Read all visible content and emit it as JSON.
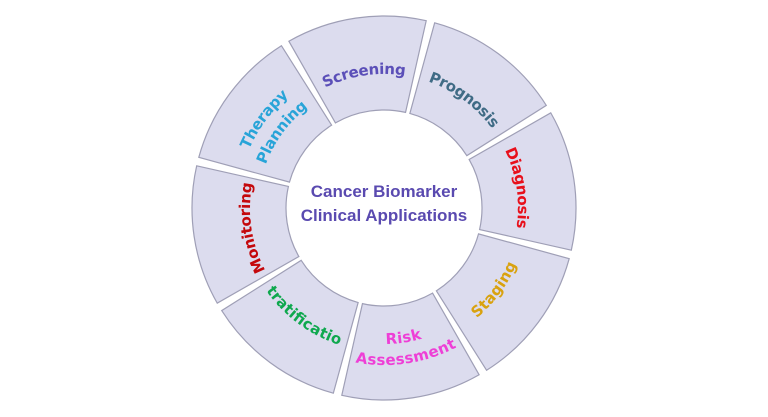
{
  "diagram": {
    "center": {
      "line1": "Cancer Biomarker",
      "line2": "Clinical Applications",
      "color": "#5a4ab0"
    },
    "segments": [
      {
        "lines": [
          "Screening"
        ],
        "color": "#5b4fb8"
      },
      {
        "lines": [
          "Prognosis"
        ],
        "color": "#3f6b85"
      },
      {
        "lines": [
          "Diagnosis"
        ],
        "color": "#e8101b"
      },
      {
        "lines": [
          "Staging"
        ],
        "color": "#d9a20f"
      },
      {
        "lines": [
          "Risk",
          "Assessment"
        ],
        "color": "#ee3fd6"
      },
      {
        "lines": [
          "Stratification"
        ],
        "color": "#0fa84e"
      },
      {
        "lines": [
          "Monitoring"
        ],
        "color": "#c4080c"
      },
      {
        "lines": [
          "Therapy",
          "Planning"
        ],
        "color": "#28a4d8"
      }
    ],
    "segment_fill": "#dcdcee",
    "segment_stroke": "#9f9fb6"
  }
}
